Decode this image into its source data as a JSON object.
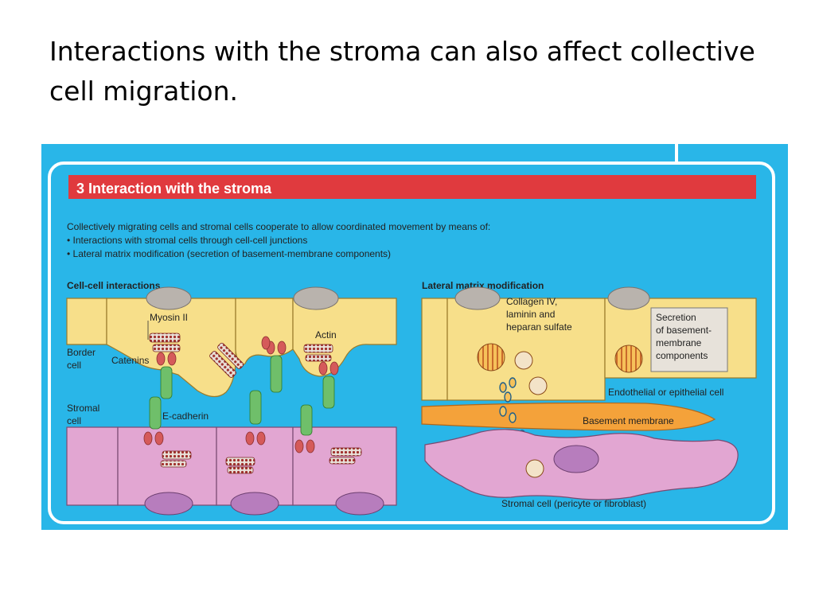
{
  "slide": {
    "title": "Interactions with the stroma can also affect collective cell migration."
  },
  "figure": {
    "panel_title": "3  Interaction with the stroma",
    "intro_lines": [
      "Collectively migrating cells and stromal cells cooperate to allow coordinated movement by means of:",
      "• Interactions with stromal cells through cell-cell junctions",
      "• Lateral matrix modification (secretion of basement-membrane components)"
    ],
    "left_panel": {
      "heading": "Cell-cell interactions",
      "labels": {
        "myosin": "Myosin II",
        "actin": "Actin",
        "border_cell_1": "Border",
        "border_cell_2": "cell",
        "catenins": "Catenins",
        "stromal_cell_1": "Stromal",
        "stromal_cell_2": "cell",
        "ecadherin": "E-cadherin"
      }
    },
    "right_panel": {
      "heading": "Lateral matrix modification",
      "labels": {
        "collagen_1": "Collagen IV,",
        "collagen_2": "laminin and",
        "collagen_3": "heparan sulfate",
        "secretion_1": "Secretion",
        "secretion_2": "of basement-",
        "secretion_3": "membrane",
        "secretion_4": "components",
        "endothelial": "Endothelial or epithelial cell",
        "basement": "Basement membrane",
        "stromal": "Stromal cell (pericyte or fibroblast)"
      }
    },
    "colors": {
      "background": "#29b6e8",
      "header_bar": "#e03a3e",
      "cell_yellow": "#f7df8a",
      "cell_pink": "#e2a6d2",
      "nucleus": "#b77dbd",
      "basement": "#f4a23a"
    }
  }
}
